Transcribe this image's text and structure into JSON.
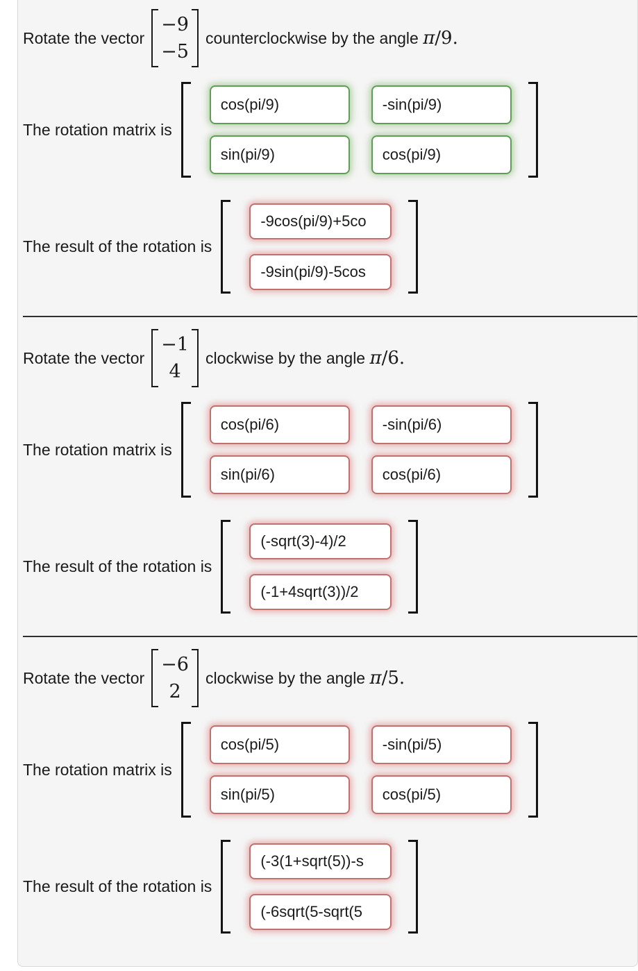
{
  "colors": {
    "correct_border": "#5f9e57",
    "incorrect_border": "#c2706e",
    "card_background": "#f5f5f5"
  },
  "problems": [
    {
      "prompt_prefix": "Rotate the vector",
      "vector": [
        "−9",
        "−5"
      ],
      "prompt_suffix": "counterclockwise by the angle",
      "angle_pi": "π",
      "angle_rest": "/9.",
      "matrix_label": "The rotation matrix is",
      "matrix": {
        "status": "correct",
        "cells": [
          "cos(pi/9)",
          "-sin(pi/9)",
          "sin(pi/9)",
          "cos(pi/9)"
        ]
      },
      "result_label": "The result of the rotation is",
      "result": {
        "status": "incorrect",
        "cells": [
          "-9cos(pi/9)+5co",
          "-9sin(pi/9)-5cos"
        ]
      }
    },
    {
      "prompt_prefix": "Rotate the vector",
      "vector": [
        "−1",
        "4"
      ],
      "prompt_suffix": "clockwise by the angle",
      "angle_pi": "π",
      "angle_rest": "/6.",
      "matrix_label": "The rotation matrix is",
      "matrix": {
        "status": "incorrect",
        "cells": [
          "cos(pi/6)",
          "-sin(pi/6)",
          "sin(pi/6)",
          "cos(pi/6)"
        ]
      },
      "result_label": "The result of the rotation is",
      "result": {
        "status": "incorrect",
        "cells": [
          "(-sqrt(3)-4)/2",
          "(-1+4sqrt(3))/2"
        ]
      }
    },
    {
      "prompt_prefix": "Rotate the vector",
      "vector": [
        "−6",
        "2"
      ],
      "prompt_suffix": "clockwise by the angle",
      "angle_pi": "π",
      "angle_rest": "/5.",
      "matrix_label": "The rotation matrix is",
      "matrix": {
        "status": "incorrect",
        "cells": [
          "cos(pi/5)",
          "-sin(pi/5)",
          "sin(pi/5)",
          "cos(pi/5)"
        ]
      },
      "result_label": "The result of the rotation is",
      "result": {
        "status": "incorrect",
        "cells": [
          "(-3(1+sqrt(5))-s",
          "(-6sqrt(5-sqrt(5"
        ]
      }
    }
  ]
}
